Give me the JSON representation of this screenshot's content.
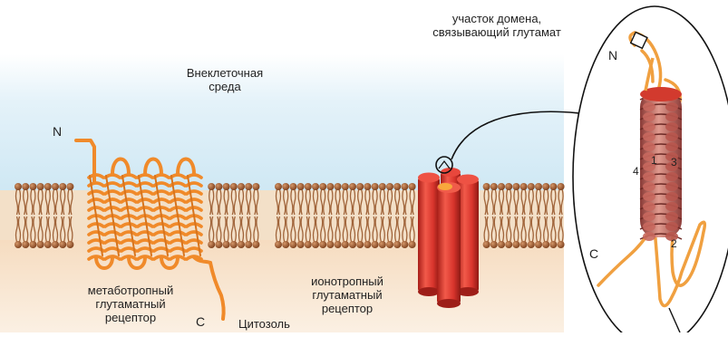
{
  "labels": {
    "binding_site_line1": "участок домена,",
    "binding_site_line2": "связывающий глутамат",
    "extracellular_line1": "Внеклеточная",
    "extracellular_line2": "среда",
    "n_terminus_left": "N",
    "n_terminus_right": "N",
    "c_terminus_left": "C",
    "c_terminus_right": "C",
    "metabotropic_line1": "метаботропный",
    "metabotropic_line2": "глутаматный",
    "metabotropic_line3": "рецептор",
    "ionotropic_line1": "ионотропный",
    "ionotropic_line2": "глутаматный",
    "ionotropic_line3": "рецептор",
    "cytosol": "Цитозоль",
    "helix_1": "1",
    "helix_2": "2",
    "helix_3": "3",
    "helix_4": "4"
  },
  "colors": {
    "extracellular": "#d6ecf6",
    "cytosol": "#f6e3cc",
    "lipid_head": "#9c5a2c",
    "lipid_tail": "#a0643a",
    "metabotropic": "#f08a2a",
    "ionotropic": "#d8342c",
    "helix": "#b5524e",
    "strand": "#f0a040"
  }
}
